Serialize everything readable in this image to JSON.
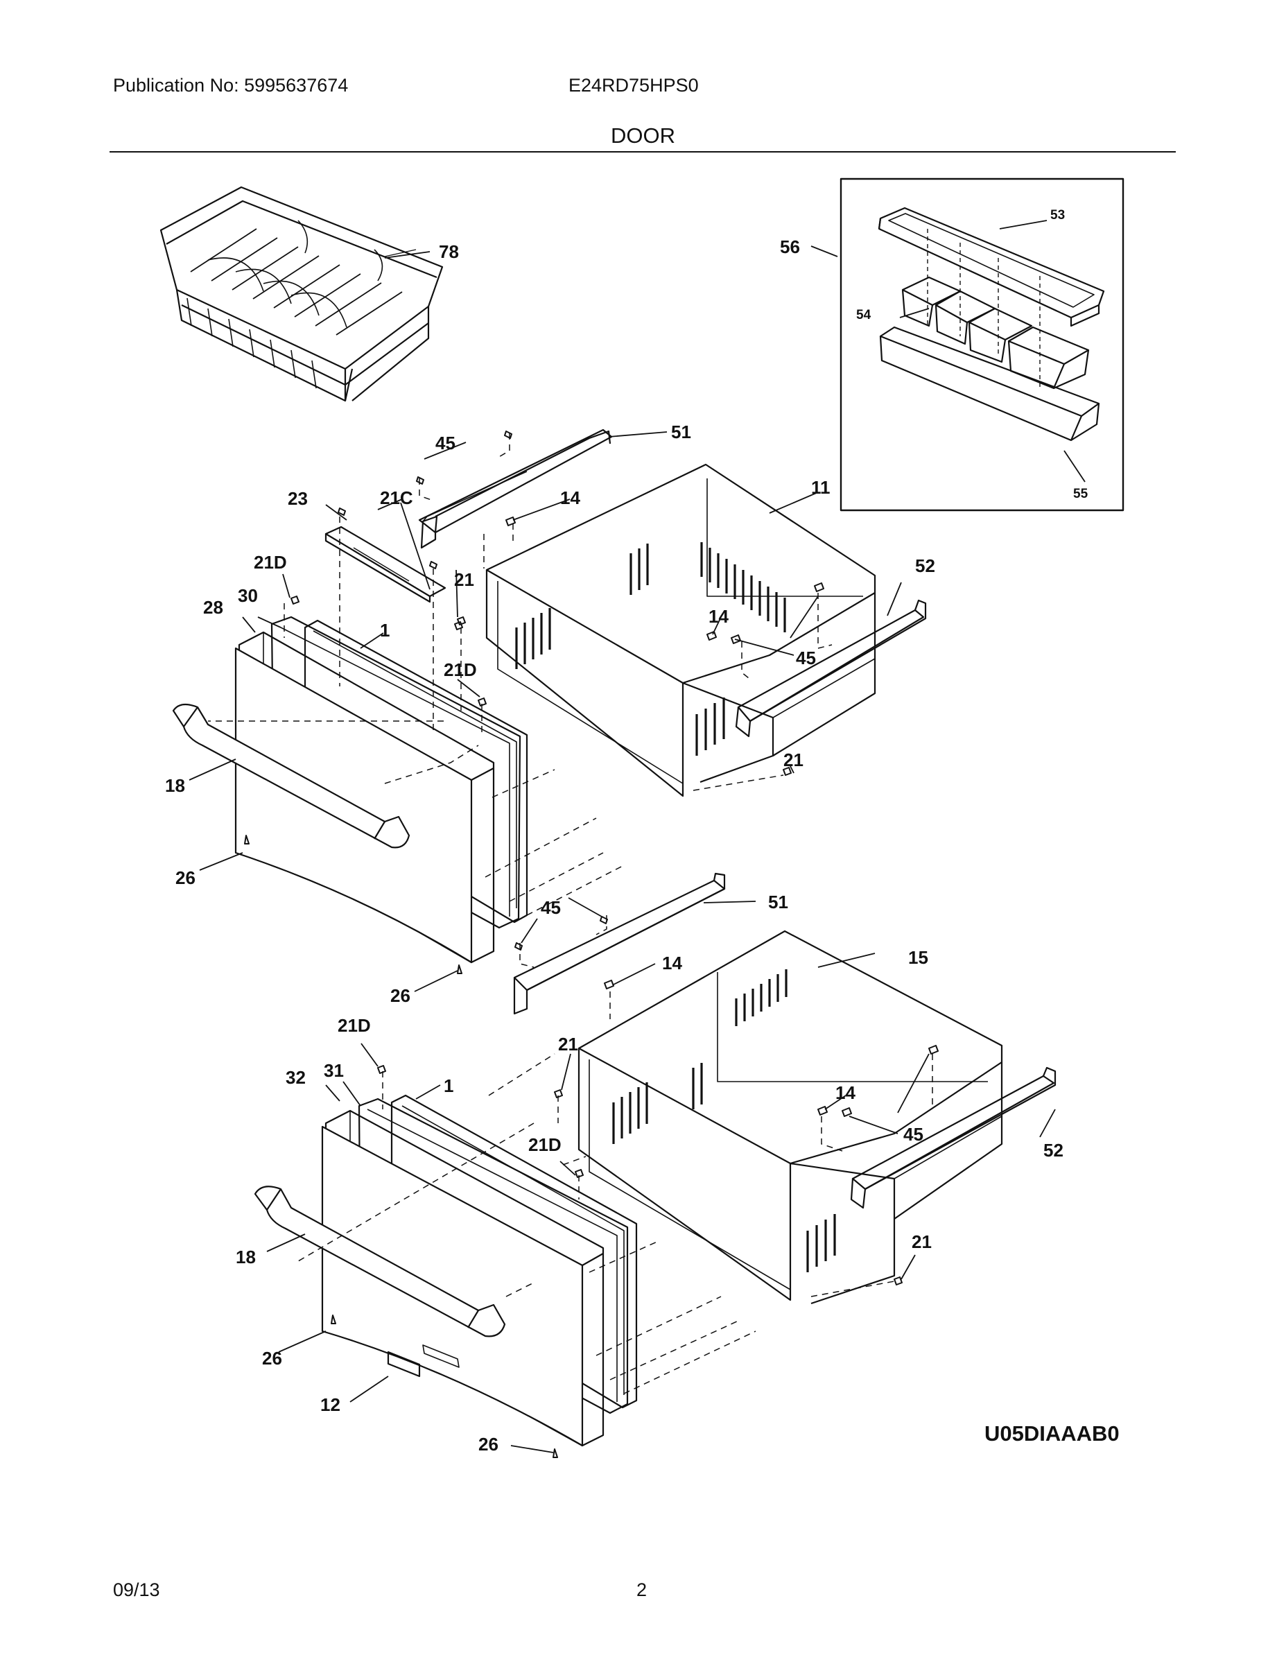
{
  "header": {
    "publication": "Publication No: 5995637674",
    "model": "E24RD75HPS0",
    "section": "DOOR"
  },
  "footer": {
    "date": "09/13",
    "page": "2"
  },
  "diagram_code": "U05DIAAAB0",
  "callouts": {
    "c78": "78",
    "c56": "56",
    "c53": "53",
    "c54": "54",
    "c55": "55",
    "c45a": "45",
    "c51a": "51",
    "c23": "23",
    "c21ca": "21C",
    "c14a": "14",
    "c11": "11",
    "c21da": "21D",
    "c28": "28",
    "c30": "30",
    "c1a": "1",
    "c21a": "21",
    "c52a": "52",
    "c14b": "14",
    "c45b": "45",
    "c21db": "21D",
    "c18a": "18",
    "c21b": "21",
    "c26a": "26",
    "c26b": "26",
    "c45c": "45",
    "c51b": "51",
    "c14c": "14",
    "c15": "15",
    "c21dc": "21D",
    "c21c": "21",
    "c32": "32",
    "c31": "31",
    "c1b": "1",
    "c14d": "14",
    "c45d": "45",
    "c21dd": "21D",
    "c52b": "52",
    "c18b": "18",
    "c21d": "21",
    "c26c": "26",
    "c12": "12",
    "c26d": "26"
  }
}
